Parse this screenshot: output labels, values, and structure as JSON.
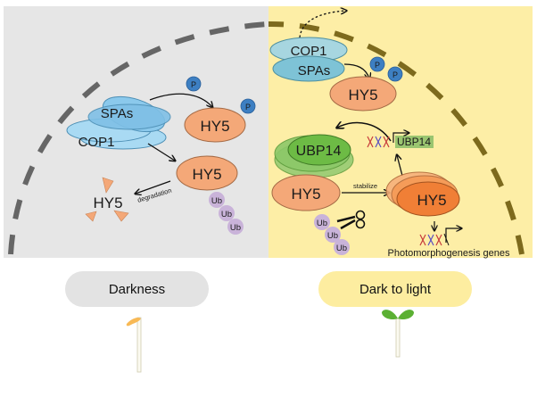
{
  "left_panel": {
    "label": "Darkness",
    "background": "#e6e6e6",
    "pill_color": "#e3e3e3",
    "complex": {
      "top": "SPAs",
      "bottom": "COP1"
    },
    "hy5_phosphorylated": "HY5",
    "hy5_ubiquitinated": "HY5",
    "phospho_marks": [
      "P",
      "P"
    ],
    "ubiquitin_chain": [
      "Ub",
      "Ub",
      "Ub"
    ],
    "degradation_label": "degradation",
    "degraded_protein": "HY5"
  },
  "right_panel": {
    "label": "Dark to light",
    "background": "#fdeea6",
    "pill_color": "#fdeda0",
    "complex": {
      "top": "COP1",
      "bottom": "SPAs"
    },
    "hy5_phosphorylated": "HY5",
    "phospho_marks": [
      "P",
      "P"
    ],
    "ubp14_protein": "UBP14",
    "ubp14_gene": "UBP14",
    "hy5_ubiquitinated": "HY5",
    "ubiquitin_chain": [
      "Ub",
      "Ub",
      "Ub"
    ],
    "stabilize_label": "stabilize",
    "hy5_stabilized": "HY5",
    "target_genes": "Photomorphogenesis genes"
  },
  "colors": {
    "hy5": "#f4a878",
    "hy5_stabilized": "#f07f36",
    "phospho": "#3d7fc2",
    "ubiquitin": "#c9b3d9",
    "cop1_spa_dark": "#9fd3ef",
    "cop1_spa_light": "#a7d6e0",
    "ubp14": "#6dbb45",
    "envelope_dark": "#666666",
    "envelope_light": "#7d6a1d"
  }
}
